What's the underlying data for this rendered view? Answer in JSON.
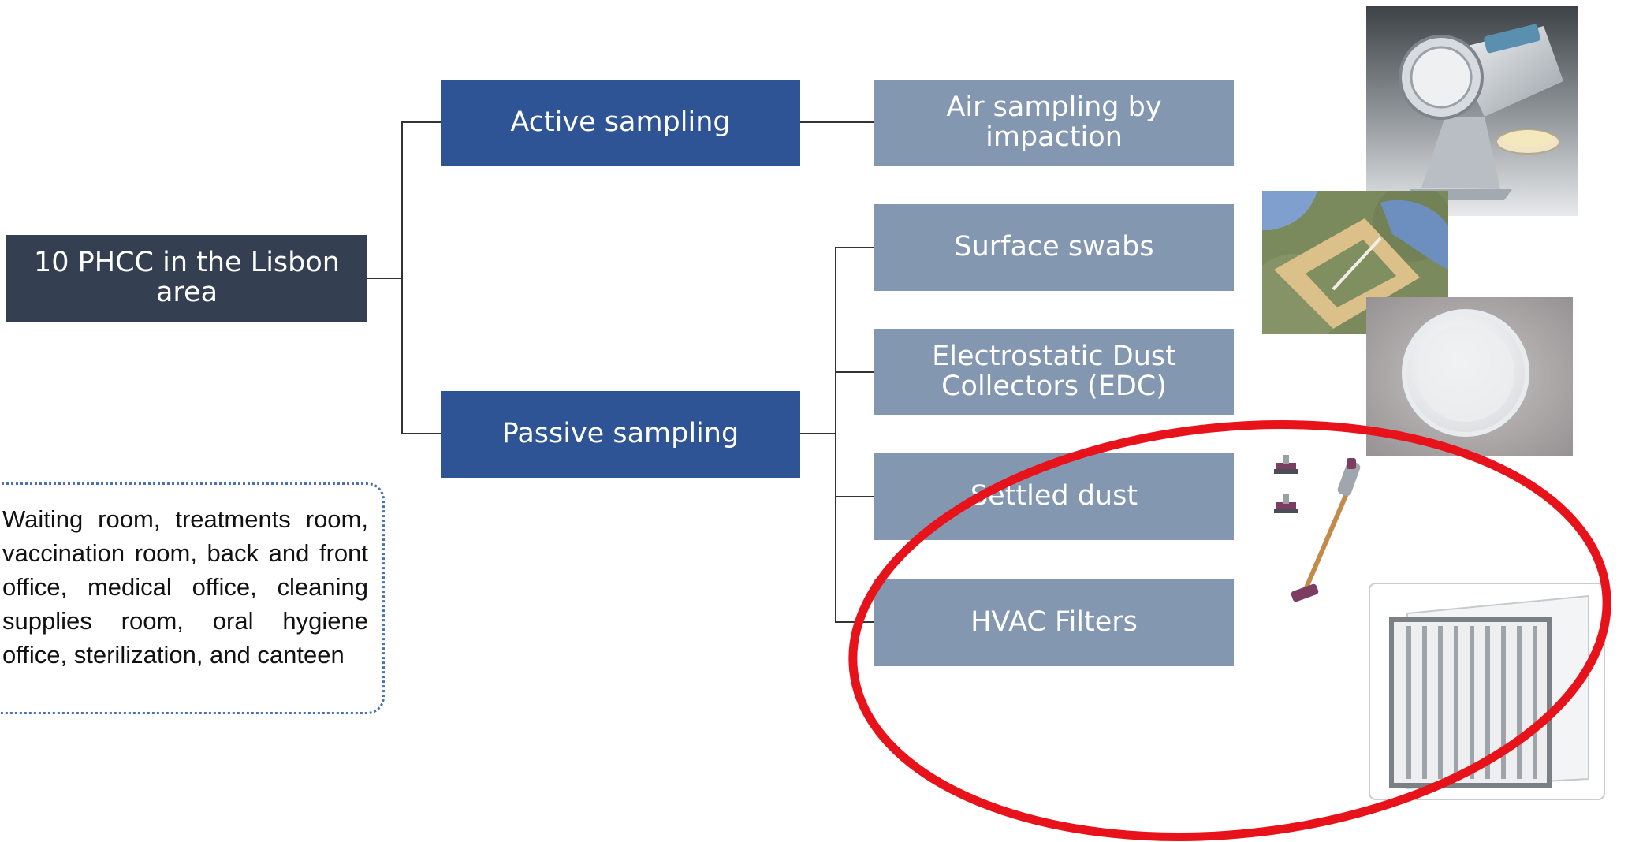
{
  "root": {
    "label": "10 PHCC in the Lisbon area"
  },
  "branches": [
    {
      "label": "Active sampling"
    },
    {
      "label": "Passive sampling"
    }
  ],
  "leaves": [
    {
      "label": "Air sampling by impaction"
    },
    {
      "label": "Surface swabs"
    },
    {
      "label": "Electrostatic Dust Collectors (EDC)"
    },
    {
      "label": "Settled dust"
    },
    {
      "label": "HVAC  Filters"
    }
  ],
  "note": {
    "text": "Waiting room, treatments room, vaccination room, back and front office, medical office, cleaning supplies room, oral hygiene office, sterilization, and canteen"
  },
  "colors": {
    "root": "#343f51",
    "branch": "#2e5496",
    "leaf": "#8497b0",
    "highlight": "#e8121a",
    "note_border": "#4a72b0"
  }
}
